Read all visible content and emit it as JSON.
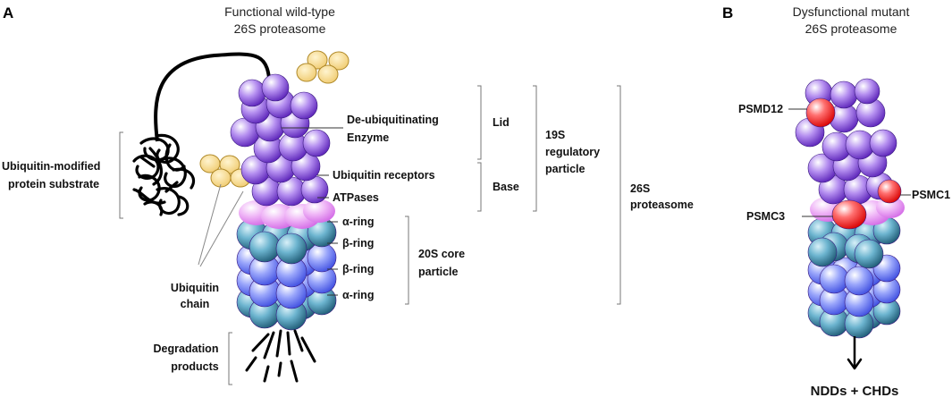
{
  "panel_a": {
    "letter": "A",
    "title_line1": "Functional wild-type",
    "title_line2": "26S proteasome",
    "labels": {
      "deub1": "De-ubiquitinating",
      "deub2": "Enzyme",
      "ub_receptors": "Ubiquitin receptors",
      "atpases": "ATPases",
      "alpha_ring_top": "α-ring",
      "beta_ring_1": "β-ring",
      "beta_ring_2": "β-ring",
      "alpha_ring_bottom": "α-ring",
      "lid": "Lid",
      "base": "Base",
      "rp1": "19S",
      "rp2": "regulatory",
      "rp3": "particle",
      "core1": "20S core",
      "core2": "particle",
      "p26_1": "26S",
      "p26_2": "proteasome",
      "substrate1": "Ubiquitin-modified",
      "substrate2": "protein substrate",
      "ubchain1": "Ubiquitin",
      "ubchain2": "chain",
      "degr1": "Degradation",
      "degr2": "products"
    }
  },
  "panel_b": {
    "letter": "B",
    "title_line1": "Dysfunctional mutant",
    "title_line2": "26S proteasome",
    "labels": {
      "psmd12": "PSMD12",
      "psmc1": "PSMC1",
      "psmc3": "PSMC3",
      "outcome": "NDDs + CHDs"
    }
  },
  "colors": {
    "lid_purple": "#7B3FD0",
    "atpase_pink": "#E58AF2",
    "alpha_teal": "#2F7B99",
    "beta_blue": "#5F70F2",
    "ubiquitin_yellow": "#F2D27A",
    "mutant_red": "#F01A1A"
  }
}
